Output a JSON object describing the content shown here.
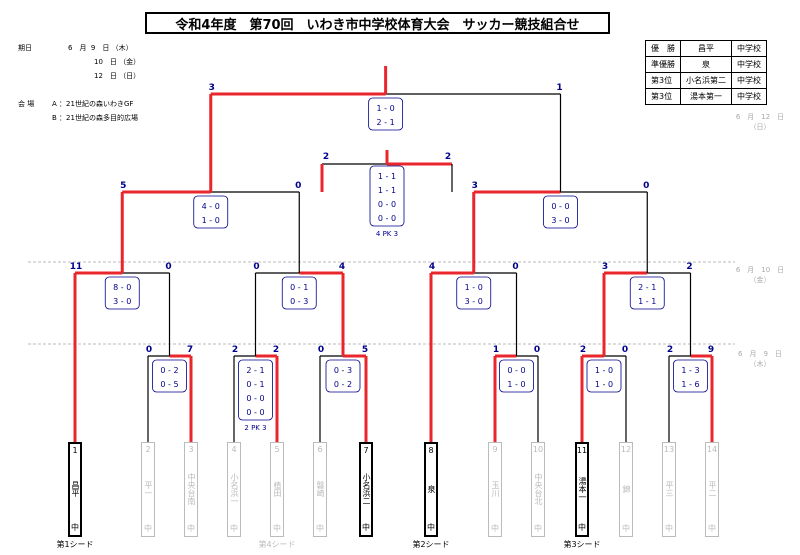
{
  "title": "令和4年度　第70回　いわき市中学校体育大会　サッカー競技組合せ",
  "schedule": {
    "label": "期日",
    "dates": [
      {
        "month": "6　月",
        "day": "9　日",
        "dow": "（木）"
      },
      {
        "day": "10　日",
        "dow": "（金）"
      },
      {
        "day": "12　日",
        "dow": "（日）"
      }
    ]
  },
  "venue": {
    "label": "会 場",
    "items": [
      {
        "code": "A",
        "name": "：21世紀の森いわきGF"
      },
      {
        "code": "B",
        "name": "：21世紀の森多目的広場"
      }
    ]
  },
  "results": [
    {
      "place": "優　勝",
      "team": "昌平",
      "suffix": "中学校"
    },
    {
      "place": "準優勝",
      "team": "泉",
      "suffix": "中学校"
    },
    {
      "place": "第3位",
      "team": "小名浜第二",
      "suffix": "中学校"
    },
    {
      "place": "第3位",
      "team": "湯本第一",
      "suffix": "中学校"
    }
  ],
  "day_labels": {
    "d12": {
      "date": "6　月　12　日",
      "dow": "（日）"
    },
    "d10": {
      "date": "6　月　10　日",
      "dow": "（金）"
    },
    "d9": {
      "date": "6　月　9　日",
      "dow": "（木）"
    }
  },
  "teams": [
    {
      "num": "1",
      "name": "昌平",
      "suffix": "中",
      "active": true
    },
    {
      "num": "2",
      "name": "平一",
      "suffix": "中",
      "active": false
    },
    {
      "num": "3",
      "name": "中央台南",
      "suffix": "中",
      "active": false
    },
    {
      "num": "4",
      "name": "小名浜一",
      "suffix": "中",
      "active": false
    },
    {
      "num": "5",
      "name": "植田",
      "suffix": "中",
      "active": false
    },
    {
      "num": "6",
      "name": "磐崎",
      "suffix": "中",
      "active": false
    },
    {
      "num": "7",
      "name": "小名浜二",
      "suffix": "中",
      "active": true
    },
    {
      "num": "8",
      "name": "泉",
      "suffix": "中",
      "active": true
    },
    {
      "num": "9",
      "name": "玉川",
      "suffix": "中",
      "active": false
    },
    {
      "num": "10",
      "name": "中央台北",
      "suffix": "中",
      "active": false
    },
    {
      "num": "11",
      "name": "湯本一",
      "suffix": "中",
      "active": true
    },
    {
      "num": "12",
      "name": "錦",
      "suffix": "中",
      "active": false
    },
    {
      "num": "13",
      "name": "平三",
      "suffix": "中",
      "active": false
    },
    {
      "num": "14",
      "name": "平二",
      "suffix": "中",
      "active": false
    }
  ],
  "seeds": [
    "第1シード",
    "第4シード",
    "第2シード",
    "第3シード"
  ],
  "r1": [
    {
      "s1": "0",
      "s2": "7",
      "halves": [
        "0 - 2",
        "0 - 5"
      ]
    },
    {
      "s1": "2",
      "s2": "2",
      "halves": [
        "2 - 1",
        "0 - 1",
        "0 - 0",
        "0 - 0"
      ],
      "pk": "2 PK 3"
    },
    {
      "s1": "0",
      "s2": "5",
      "halves": [
        "0 - 3",
        "0 - 2"
      ]
    },
    {
      "s1": "1",
      "s2": "0",
      "halves": [
        "0 - 0",
        "1 - 0"
      ]
    },
    {
      "s1": "2",
      "s2": "0",
      "halves": [
        "1 - 0",
        "1 - 0"
      ]
    },
    {
      "s1": "2",
      "s2": "9",
      "halves": [
        "1 - 3",
        "1 - 6"
      ]
    }
  ],
  "qf": [
    {
      "s1": "11",
      "s2": "0",
      "halves": [
        "8 - 0",
        "3 - 0"
      ]
    },
    {
      "s1": "0",
      "s2": "4",
      "halves": [
        "0 - 1",
        "0 - 3"
      ]
    },
    {
      "s1": "4",
      "s2": "0",
      "halves": [
        "1 - 0",
        "3 - 0"
      ]
    },
    {
      "s1": "3",
      "s2": "2",
      "halves": [
        "2 - 1",
        "1 - 1"
      ]
    }
  ],
  "sf": [
    {
      "s1": "5",
      "s2": "0",
      "halves": [
        "4 - 0",
        "1 - 0"
      ]
    },
    {
      "s1": "3",
      "s2": "0",
      "halves": [
        "0 - 0",
        "3 - 0"
      ]
    }
  ],
  "final": {
    "s1": "3",
    "s2": "1",
    "halves": [
      "1 - 0",
      "2 - 1"
    ]
  },
  "third": {
    "s1": "2",
    "s2": "2",
    "halves": [
      "1 - 1",
      "1 - 1",
      "0 - 0",
      "0 - 0"
    ],
    "pk": "4 PK 3"
  }
}
